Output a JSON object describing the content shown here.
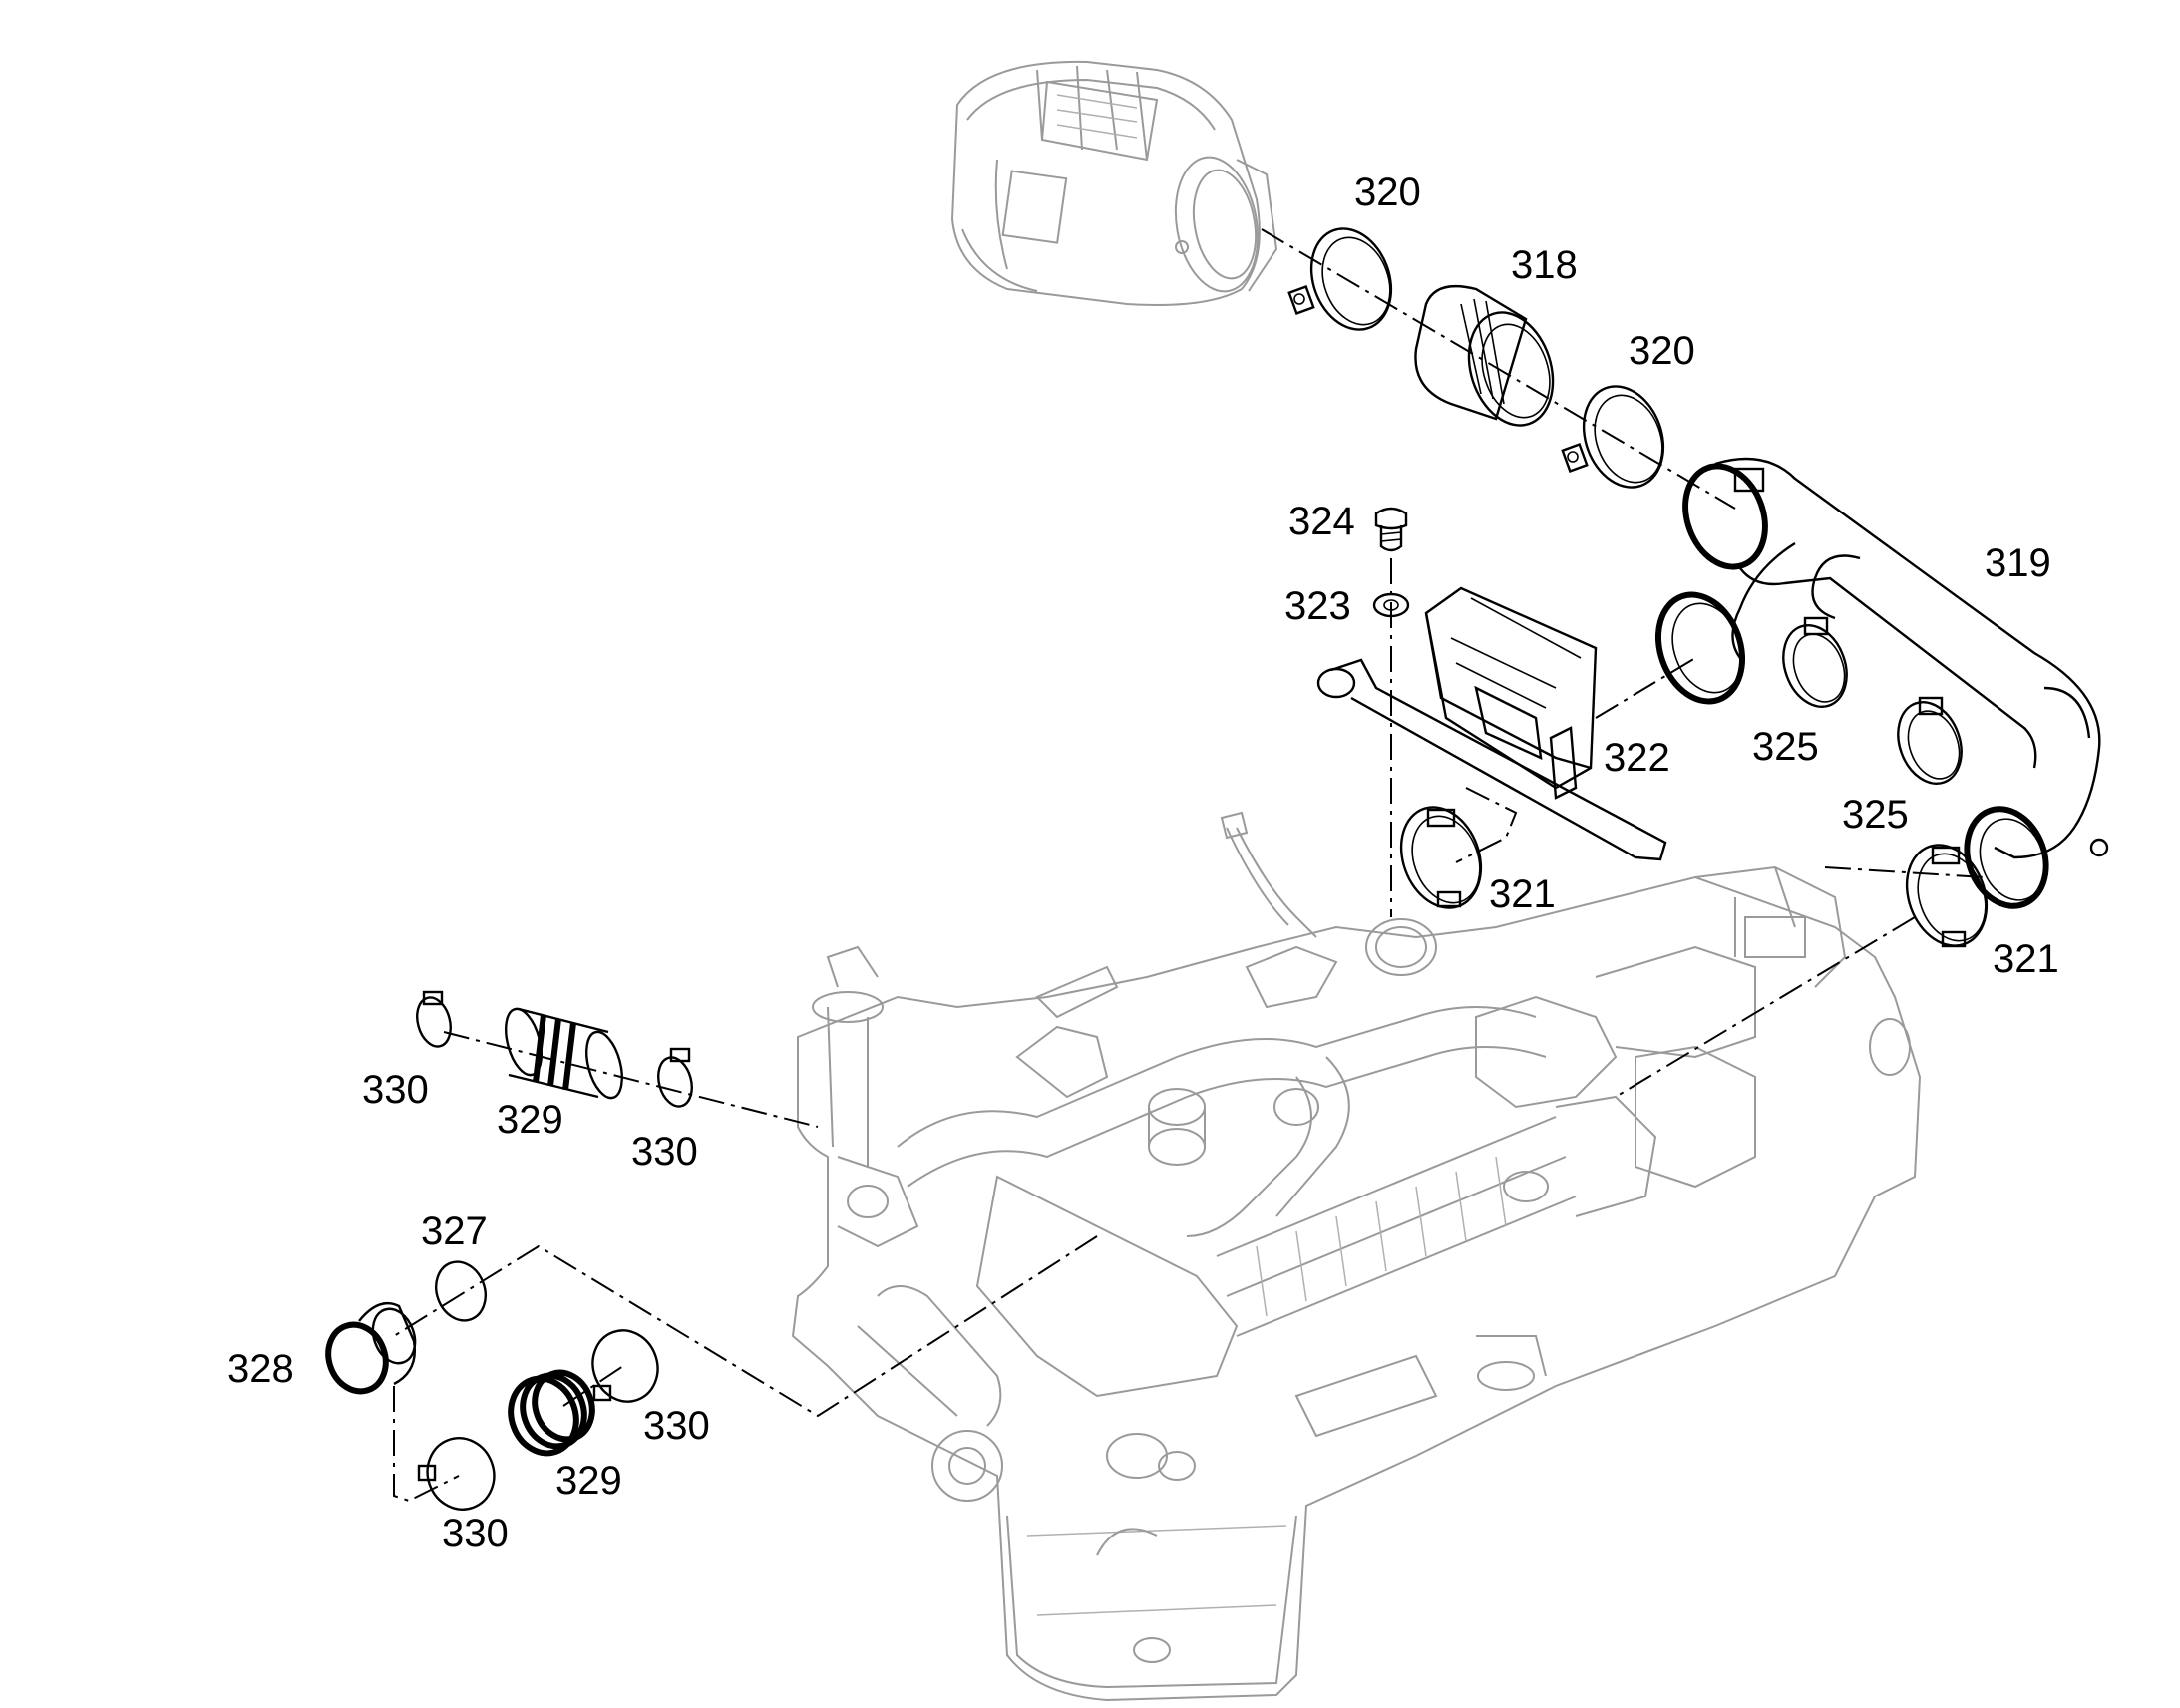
{
  "colors": {
    "part_line": "#000000",
    "engine_line": "#9a9a9a",
    "background": "#ffffff"
  },
  "callouts": {
    "c320a": "320",
    "c318": "318",
    "c320b": "320",
    "c324": "324",
    "c323": "323",
    "c319": "319",
    "c322": "322",
    "c325a": "325",
    "c325b": "325",
    "c321a": "321",
    "c321b": "321",
    "c330a": "330",
    "c329a": "329",
    "c330b": "330",
    "c327": "327",
    "c328": "328",
    "c330c": "330",
    "c329b": "329",
    "c330d": "330"
  }
}
